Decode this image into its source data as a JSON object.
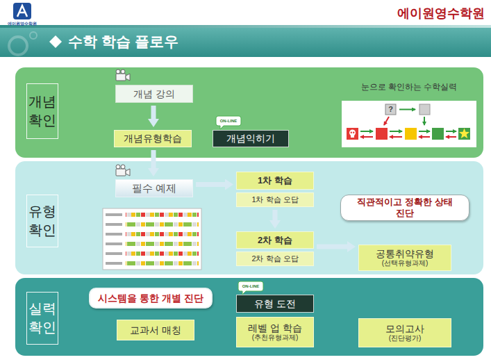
{
  "diagram": {
    "title": "수학 학습 플로우",
    "nodes": [
      {
        "text": [
          "개념 확인"
        ]
      },
      {
        "text": [
          "개념 강의"
        ],
        "in": 0
      },
      {
        "text": [
          "개념유형학습"
        ],
        "in": 0
      },
      {
        "text": [
          "개념익히기"
        ],
        "in": 0
      },
      {
        "text": [
          "유형 확인"
        ]
      },
      {
        "text": [
          "필수 예제"
        ],
        "in": 4
      },
      {
        "text": [
          "1차 학습"
        ],
        "in": 4
      },
      {
        "text": [
          "1차 학습 오답"
        ],
        "in": 4
      },
      {
        "text": [
          "직관적이고 정확한 상태 진단"
        ],
        "in": 4
      },
      {
        "text": [
          "2차 학습"
        ],
        "in": 4
      },
      {
        "text": [
          "2차 학습 오답"
        ],
        "in": 4
      },
      {
        "text": [
          "공통취약유형",
          "(선택유형과제)"
        ],
        "in": 4
      },
      {
        "text": [
          "실력 확인"
        ]
      },
      {
        "text": [
          "시스템을 통한 개별 진단"
        ],
        "in": 12
      },
      {
        "text": [
          "유형 도전"
        ],
        "in": 12
      },
      {
        "text": [
          "교과서 매칭"
        ],
        "in": 12
      },
      {
        "text": [
          "레벨 업 학습",
          "(추천유형과제)"
        ],
        "in": 12
      },
      {
        "text": [
          "모의고사",
          "(진단평가)"
        ],
        "in": 12
      }
    ],
    "edges": [
      {
        "from": 1,
        "to": 2,
        "arrow": "to"
      },
      {
        "from": 2,
        "to": 5,
        "arrow": "to"
      },
      {
        "from": 5,
        "to": 6,
        "arrow": "to"
      },
      {
        "from": 7,
        "to": 9,
        "arrow": "to"
      },
      {
        "from": 9,
        "to": 11,
        "arrow": "to"
      }
    ],
    "labels": [
      "에이원영수학원",
      "에이원영수학원",
      "눈으로 확인하는 수학실력",
      "ON-LINE",
      "ON-LINE",
      "?"
    ]
  }
}
